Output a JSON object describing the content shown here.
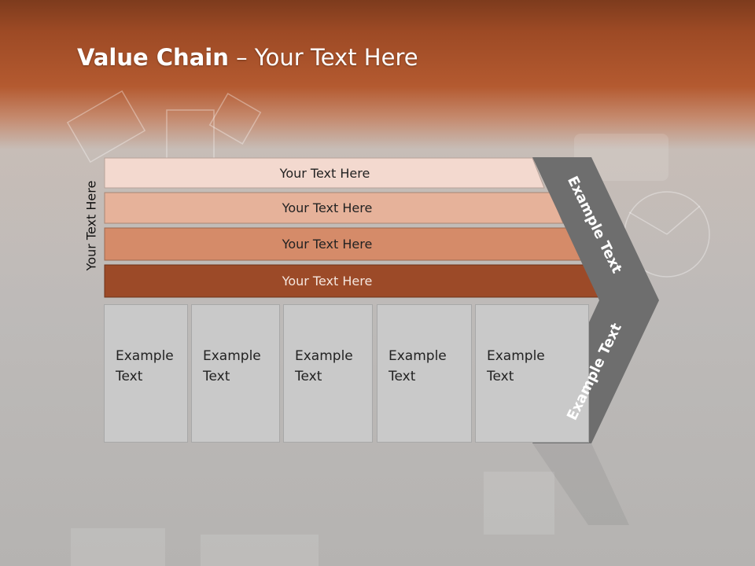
{
  "slide": {
    "title_bold": "Value Chain",
    "title_rest": " – Your Text Here",
    "vertical_label": "Your Text Here"
  },
  "bands": [
    {
      "label": "Your Text Here",
      "color": "#f3d9cf"
    },
    {
      "label": "Your Text Here",
      "color": "#e6b29a"
    },
    {
      "label": "Your Text Here",
      "color": "#d58b69"
    },
    {
      "label": "Your Text Here",
      "color": "#9c4a28"
    }
  ],
  "columns": [
    {
      "text": "Example\nText"
    },
    {
      "text": "Example\nText"
    },
    {
      "text": "Example\nText"
    },
    {
      "text": "Example\nText"
    },
    {
      "text": "Example\nText"
    }
  ],
  "chevron": {
    "upper_label": "Example Text",
    "lower_label": "Example Text",
    "color": "#6e6e6e"
  }
}
